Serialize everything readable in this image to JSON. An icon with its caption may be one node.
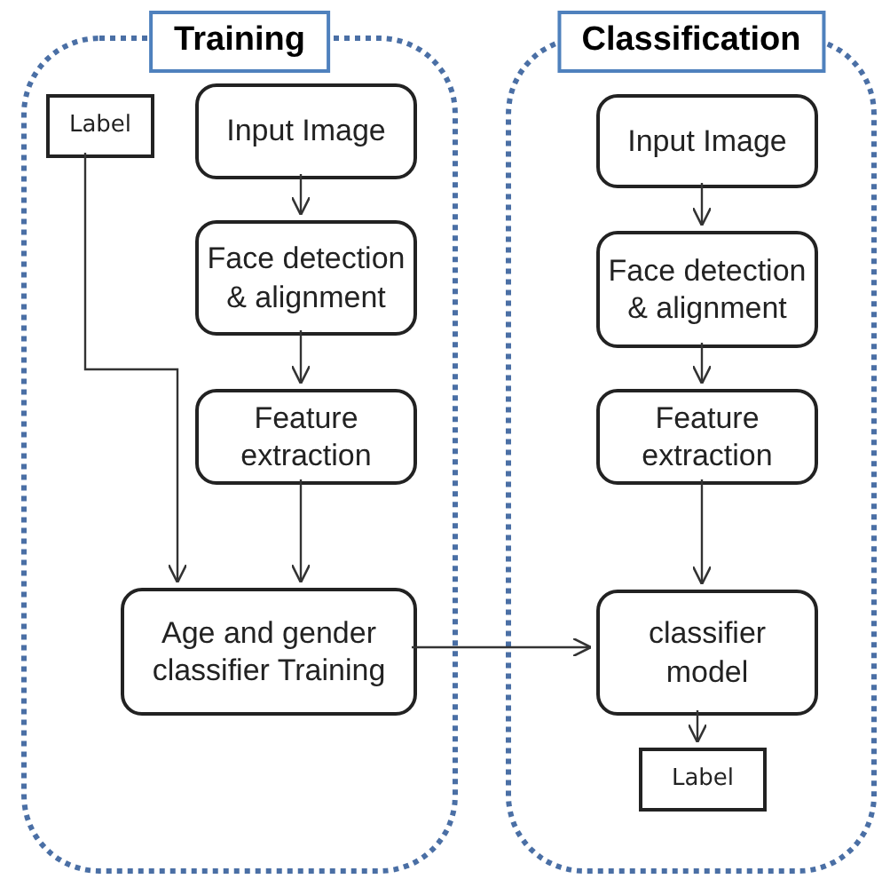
{
  "diagram": {
    "nodes": [
      {
        "text": [
          "Training"
        ]
      },
      {
        "text": [
          "Label"
        ],
        "in": 0
      },
      {
        "text": [
          "Input Image"
        ],
        "in": 0
      },
      {
        "text": [
          "Face detection & alignment"
        ],
        "in": 0
      },
      {
        "text": [
          "Feature extraction"
        ],
        "in": 0
      },
      {
        "text": [
          "Age and gender classifier Training"
        ],
        "in": 0
      },
      {
        "text": [
          "Classification"
        ]
      },
      {
        "text": [
          "Input Image"
        ],
        "in": 6
      },
      {
        "text": [
          "Face detection & alignment"
        ],
        "in": 6
      },
      {
        "text": [
          "Feature extraction"
        ],
        "in": 6
      },
      {
        "text": [
          "classifier model"
        ],
        "in": 6
      },
      {
        "text": [
          "Label"
        ],
        "in": 6
      }
    ],
    "edges": [
      {
        "from": 2,
        "to": 3,
        "arrow": "to"
      },
      {
        "from": 3,
        "to": 4,
        "arrow": "to"
      },
      {
        "from": 4,
        "to": 5,
        "arrow": "to"
      },
      {
        "from": 1,
        "to": 5,
        "arrow": "to"
      },
      {
        "from": 5,
        "to": 10,
        "arrow": "to"
      },
      {
        "from": 7,
        "to": 8,
        "arrow": "to"
      },
      {
        "from": 8,
        "to": 9,
        "arrow": "to"
      },
      {
        "from": 9,
        "to": 10,
        "arrow": "to"
      },
      {
        "from": 10,
        "to": 11,
        "arrow": "to"
      }
    ]
  }
}
